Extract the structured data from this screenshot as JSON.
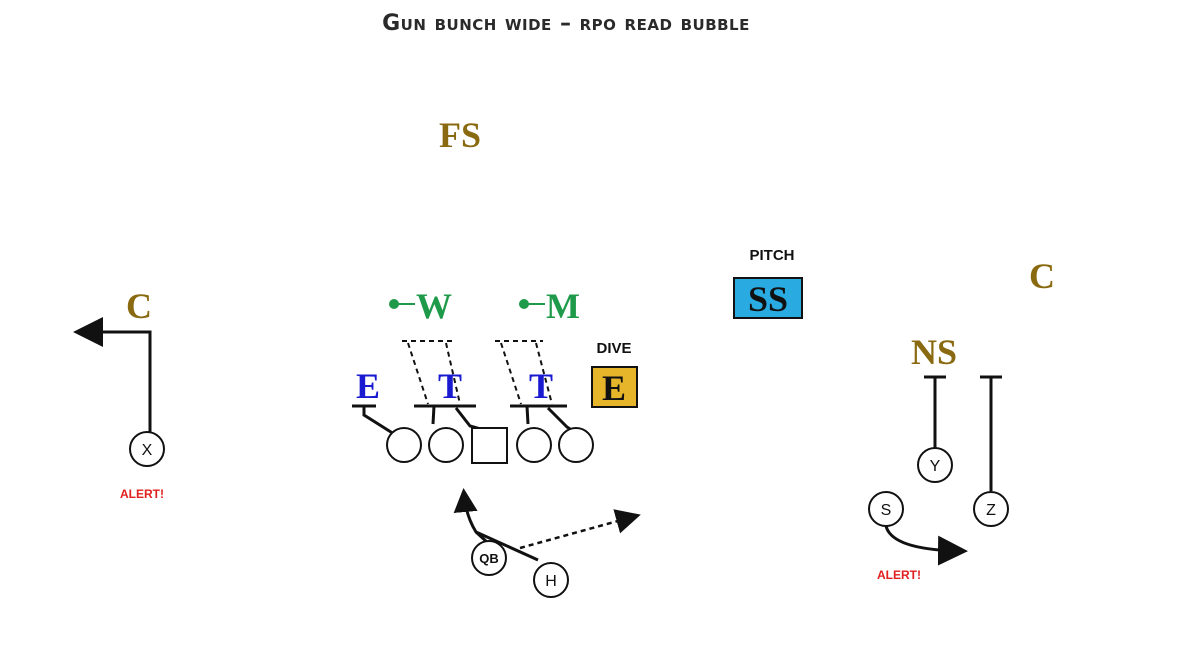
{
  "title": "Gun bunch wide – rpo read bubble",
  "colors": {
    "gold": "#8a6a10",
    "blue": "#1a1ad0",
    "green": "#1f9a4a",
    "ss_fill": "#29abe2",
    "end_fill": "#e6b52a",
    "alert": "#e02020"
  },
  "defense": {
    "free_safety": "FS",
    "left_corner": "C",
    "right_corner": "C",
    "nickel": "NS",
    "will": "W",
    "mike": "M",
    "strong_safety": "SS",
    "left_end": "E",
    "left_tackle": "T",
    "right_tackle": "T",
    "read_end": "E"
  },
  "labels": {
    "pitch": "PITCH",
    "dive": "DIVE",
    "alert_left": "ALERT!",
    "alert_right": "ALERT!"
  },
  "offense": {
    "x": "X",
    "y": "Y",
    "z": "Z",
    "s": "S",
    "qb": "QB",
    "h": "H"
  }
}
